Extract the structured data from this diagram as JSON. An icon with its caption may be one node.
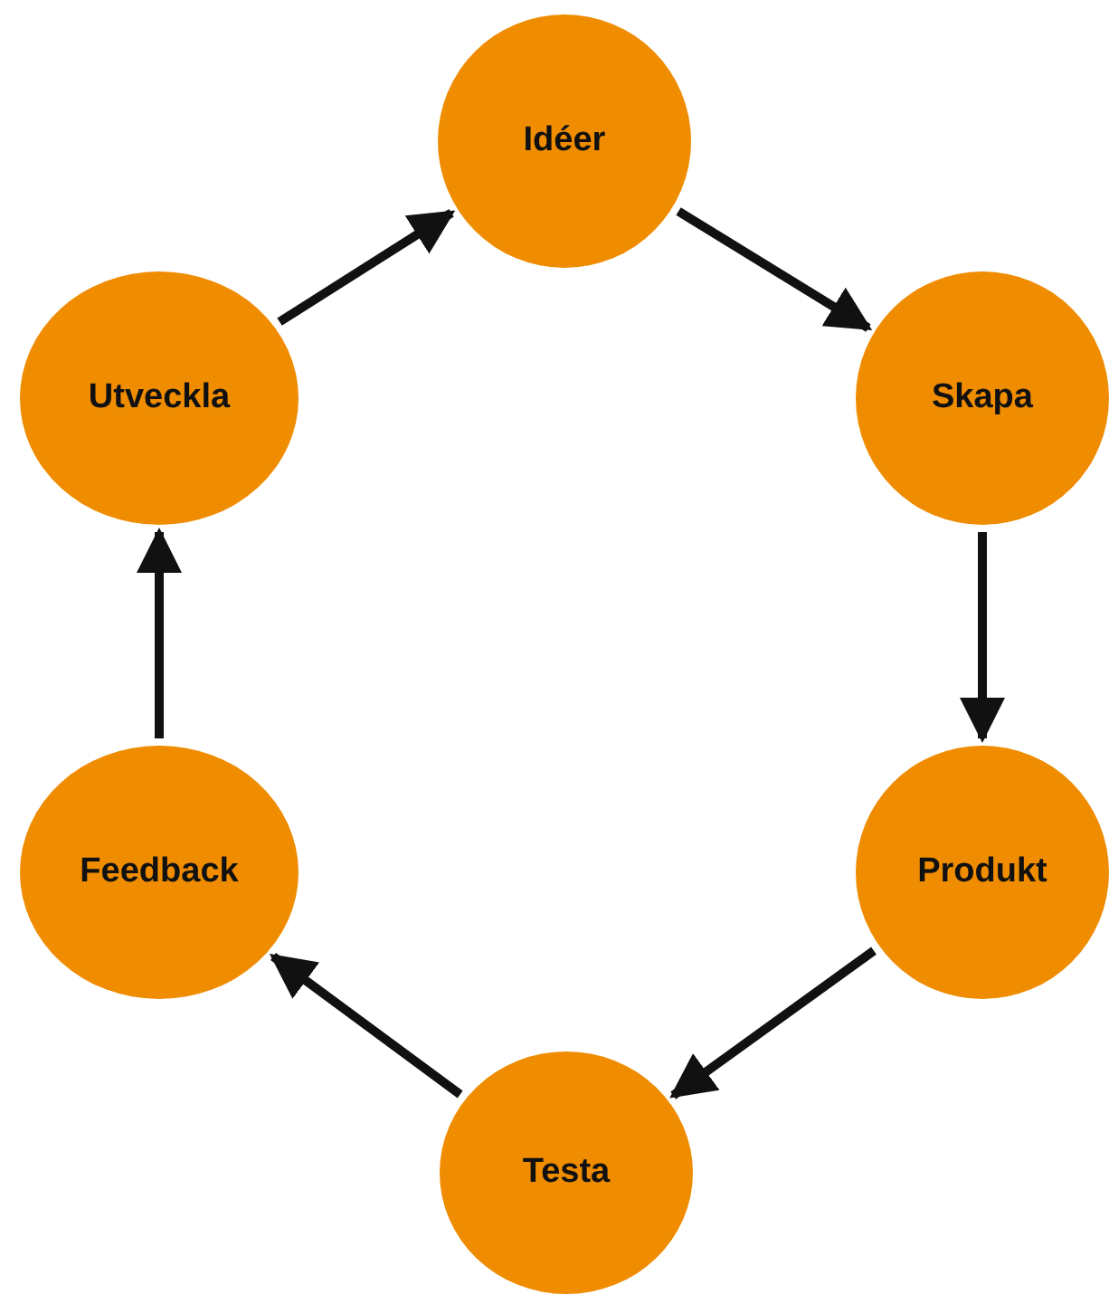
{
  "diagram": {
    "nodes": [
      {
        "text": [
          "Idéer"
        ]
      },
      {
        "text": [
          "Skapa"
        ]
      },
      {
        "text": [
          "Produkt"
        ]
      },
      {
        "text": [
          "Testa"
        ]
      },
      {
        "text": [
          "Feedback"
        ]
      },
      {
        "text": [
          "Utveckla"
        ]
      }
    ],
    "edges": [
      {
        "from": 0,
        "to": 1,
        "arrow": "to"
      },
      {
        "from": 1,
        "to": 2,
        "arrow": "to"
      },
      {
        "from": 2,
        "to": 3,
        "arrow": "to"
      },
      {
        "from": 3,
        "to": 4,
        "arrow": "to"
      },
      {
        "from": 4,
        "to": 5,
        "arrow": "to"
      },
      {
        "from": 5,
        "to": 0,
        "arrow": "to"
      }
    ]
  }
}
